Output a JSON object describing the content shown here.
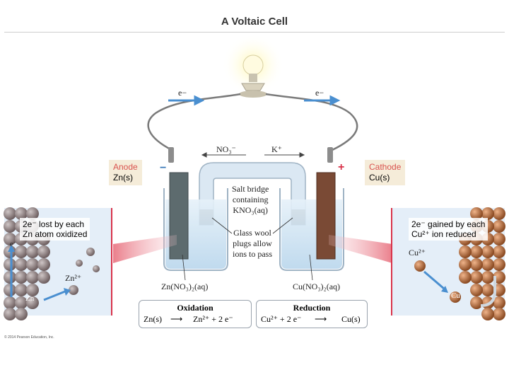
{
  "title": "A Voltaic Cell",
  "electron_left": "e−",
  "electron_right": "e−",
  "ion_no3": "NO₃⁻",
  "ion_k": "K⁺",
  "anode": {
    "label": "Anode",
    "species": "Zn(s)",
    "sign": "−"
  },
  "cathode": {
    "label": "Cathode",
    "species": "Cu(s)",
    "sign": "+"
  },
  "salt_bridge": [
    "Salt bridge",
    "containing",
    "KNO₃(aq)"
  ],
  "glass_wool": [
    "Glass wool",
    "plugs allow",
    "ions to pass"
  ],
  "left_solution": "Zn(NO₃)₂(aq)",
  "right_solution": "Cu(NO₃)₂(aq)",
  "oxidation": {
    "title": "Oxidation",
    "lhs": "Zn(s)",
    "rhs": "Zn²⁺ + 2 e⁻"
  },
  "reduction": {
    "title": "Reduction",
    "lhs": "Cu²⁺ + 2 e⁻",
    "rhs": "Cu(s)"
  },
  "left_inset": {
    "text": [
      "2e⁻ lost by each",
      "Zn atom oxidized"
    ],
    "ion": "Zn²⁺",
    "atom": "Zn",
    "electron": "e⁻"
  },
  "right_inset": {
    "text": [
      "2e⁻ gained by each",
      "Cu²⁺ ion reduced"
    ],
    "ion": "Cu²⁺",
    "atom": "Cu"
  },
  "copyright": "© 2014 Pearson Education, Inc.",
  "colors": {
    "wire": "#7a7a7a",
    "arrow": "#4a8fd0",
    "zinc": "#5d6b6e",
    "copper": "#7a4a35",
    "solution": "#cfe3f2",
    "inset_edge": "#d9334a"
  }
}
